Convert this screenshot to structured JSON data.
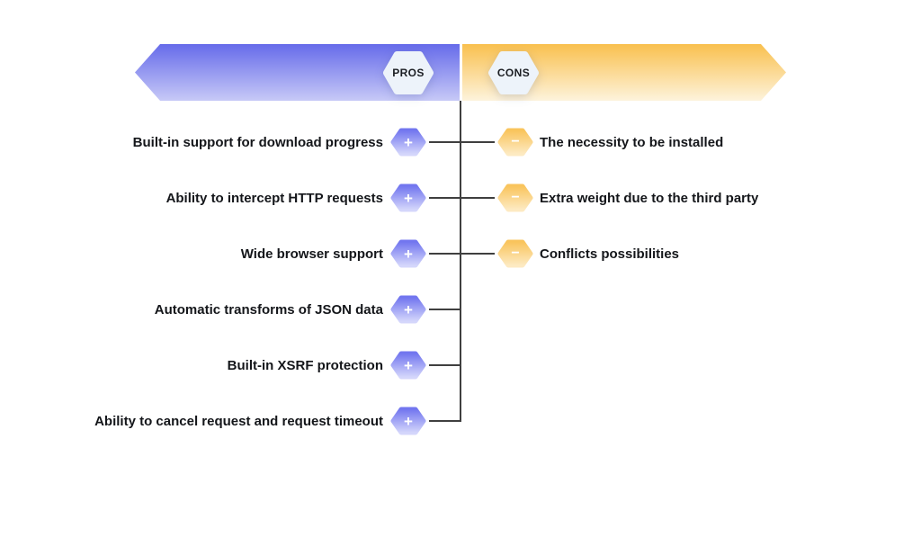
{
  "diagram": {
    "pros_label": "PROS",
    "cons_label": "CONS",
    "plus_symbol": "+",
    "minus_symbol": "−",
    "pros": [
      "Built-in support for download progress",
      "Ability to intercept HTTP requests",
      "Wide browser support",
      "Automatic transforms of JSON data",
      "Built-in XSRF protection",
      "Ability to cancel request and request timeout"
    ],
    "cons": [
      "The necessity to be installed",
      "Extra weight due to the third party",
      "Conflicts possibilities"
    ],
    "colors": {
      "purple_top": "#666bea",
      "purple_bottom": "#c7c9f7",
      "orange_top": "#f9c04e",
      "orange_bottom": "#fdf3dc",
      "hex_purple_top": "#7276ef",
      "hex_purple_bottom": "#d4d6fb",
      "hex_orange_top": "#f9c45c",
      "hex_orange_bottom": "#fdeac2",
      "badge_fill": "#edf3fa",
      "line": "#3f3f3f",
      "text": "#14161a"
    }
  }
}
